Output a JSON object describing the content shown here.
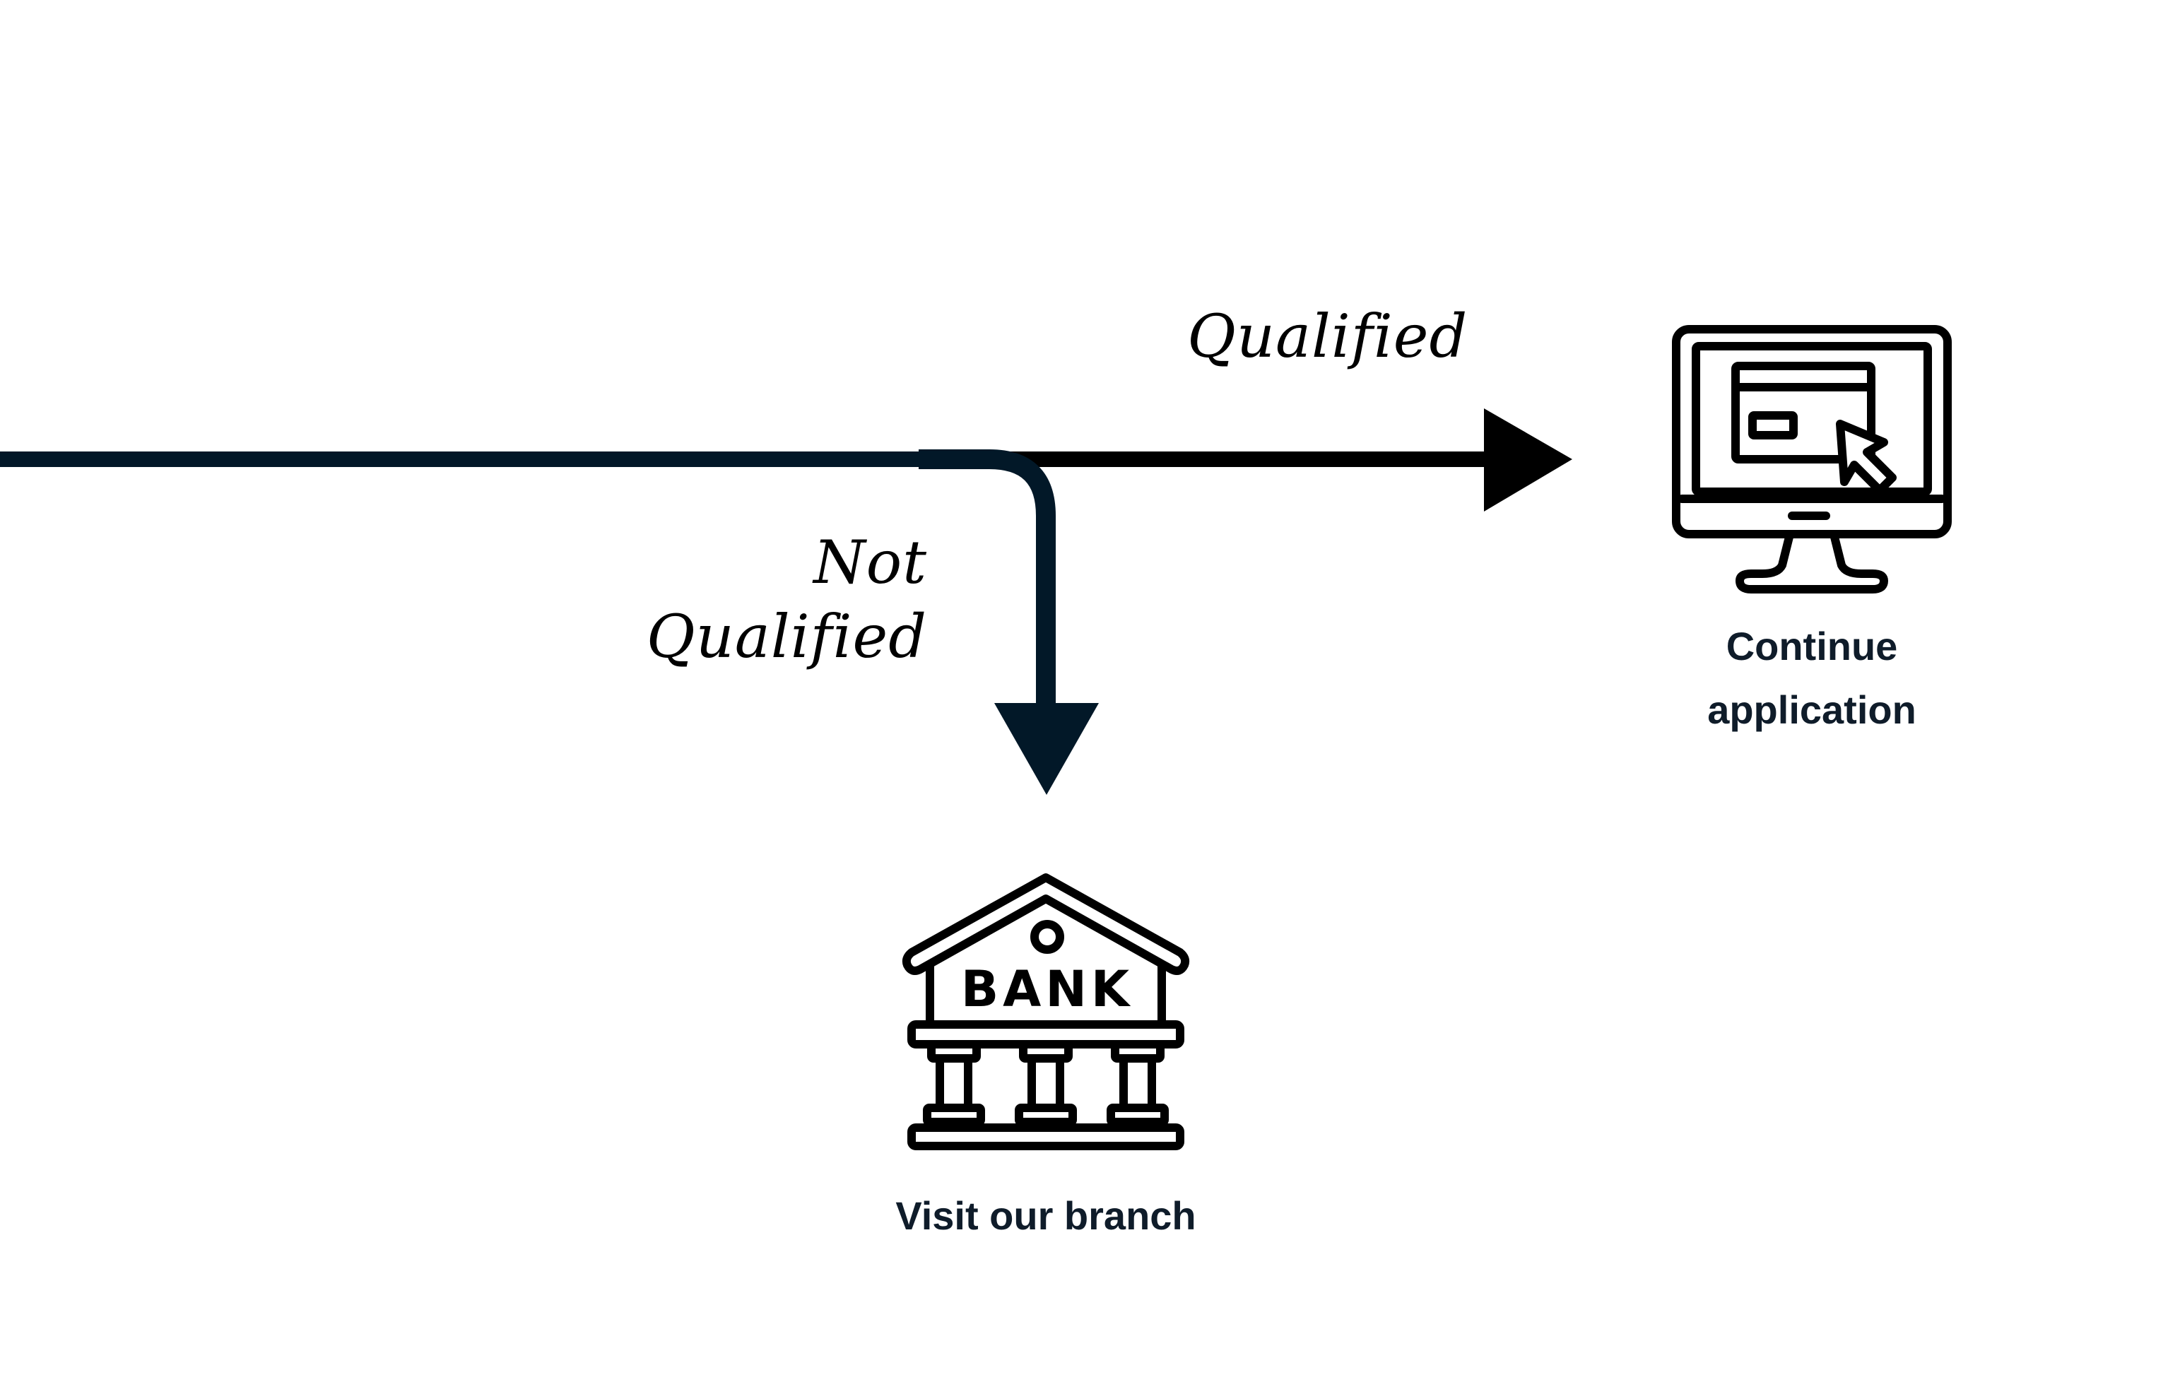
{
  "diagram": {
    "edges": {
      "qualified": {
        "label": "Qualified"
      },
      "not_qualified": {
        "label_line1": "Not",
        "label_line2": "Qualified"
      }
    },
    "nodes": {
      "continue_application": {
        "label_line1": "Continue",
        "label_line2": "application",
        "icon": "computer-monitor-cursor-icon"
      },
      "visit_branch": {
        "label": "Visit our branch",
        "icon": "bank-building-icon",
        "icon_text": "BANK"
      }
    },
    "colors": {
      "main_line": "#021828",
      "qualified_arrow": "#000000",
      "branch_arrow": "#021828",
      "label_text": "#0f1c2a"
    }
  }
}
